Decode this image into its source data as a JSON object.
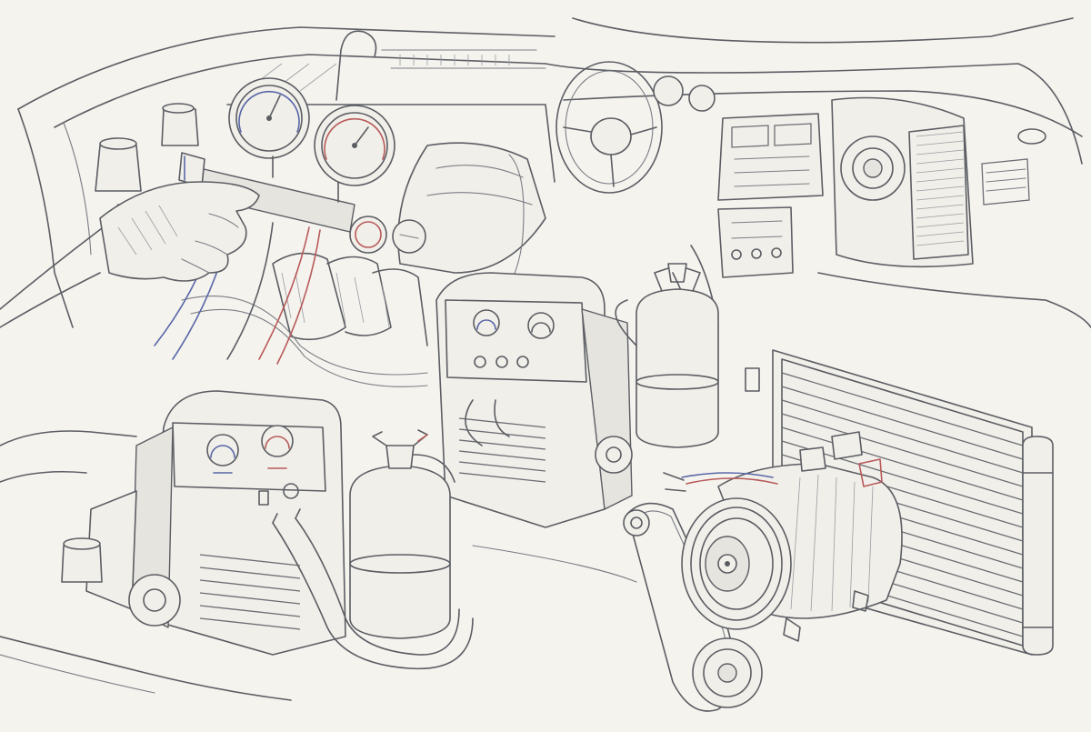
{
  "scene": {
    "style": "pencil sketch",
    "palette": {
      "paper": "#f5f3ee",
      "ink": "#5b5d63",
      "low_side_accent": "#5866a8",
      "high_side_accent": "#b85a5a"
    }
  },
  "objects": [
    {
      "name": "engine-bay",
      "icon": "engine-icon"
    },
    {
      "name": "manifold-gauge-set",
      "icon": "gauge-icon"
    },
    {
      "name": "gloved-hand",
      "icon": "hand-icon"
    },
    {
      "name": "dashboard-cutaway",
      "icon": "dashboard-icon"
    },
    {
      "name": "ac-recovery-machine",
      "icon": "machine-icon"
    },
    {
      "name": "refrigerant-cylinder",
      "icon": "cylinder-icon"
    },
    {
      "name": "ac-compressor",
      "icon": "compressor-icon"
    },
    {
      "name": "condenser",
      "icon": "condenser-icon"
    }
  ]
}
